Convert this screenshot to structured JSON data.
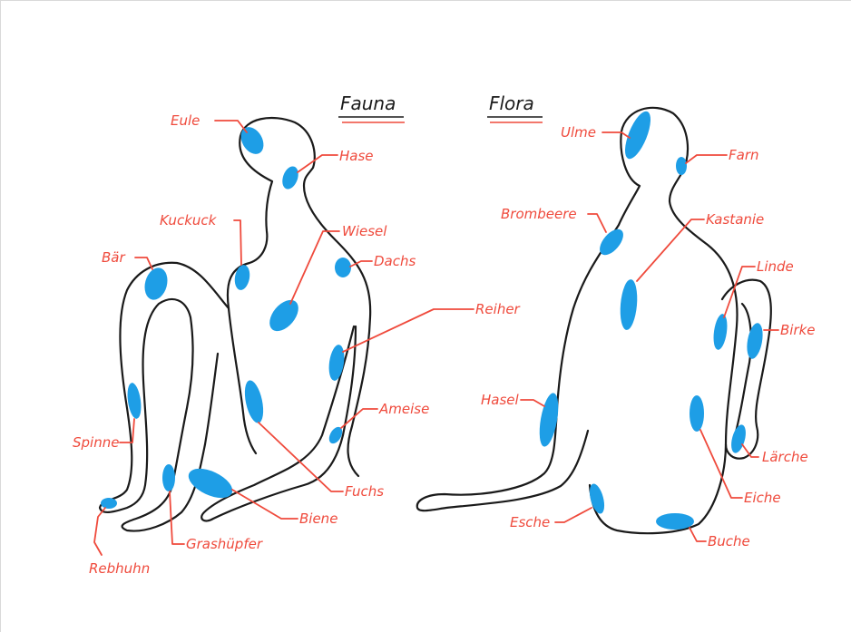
{
  "headings": {
    "fauna": "Fauna",
    "flora": "Flora"
  },
  "colors": {
    "spot": "#1e9ee6",
    "label": "#ef4a3c",
    "outline": "#1a1a1a"
  },
  "fauna_labels": {
    "eule": "Eule",
    "hase": "Hase",
    "kuckuck": "Kuckuck",
    "wiesel": "Wiesel",
    "baer": "Bär",
    "dachs": "Dachs",
    "reiher": "Reiher",
    "ameise": "Ameise",
    "spinne": "Spinne",
    "fuchs": "Fuchs",
    "biene": "Biene",
    "grashuepfer": "Grashüpfer",
    "rebhuhn": "Rebhuhn"
  },
  "flora_labels": {
    "ulme": "Ulme",
    "farn": "Farn",
    "brombeere": "Brombeere",
    "kastanie": "Kastanie",
    "linde": "Linde",
    "birke": "Birke",
    "hasel": "Hasel",
    "laerche": "Lärche",
    "eiche": "Eiche",
    "esche": "Esche",
    "buche": "Buche"
  }
}
